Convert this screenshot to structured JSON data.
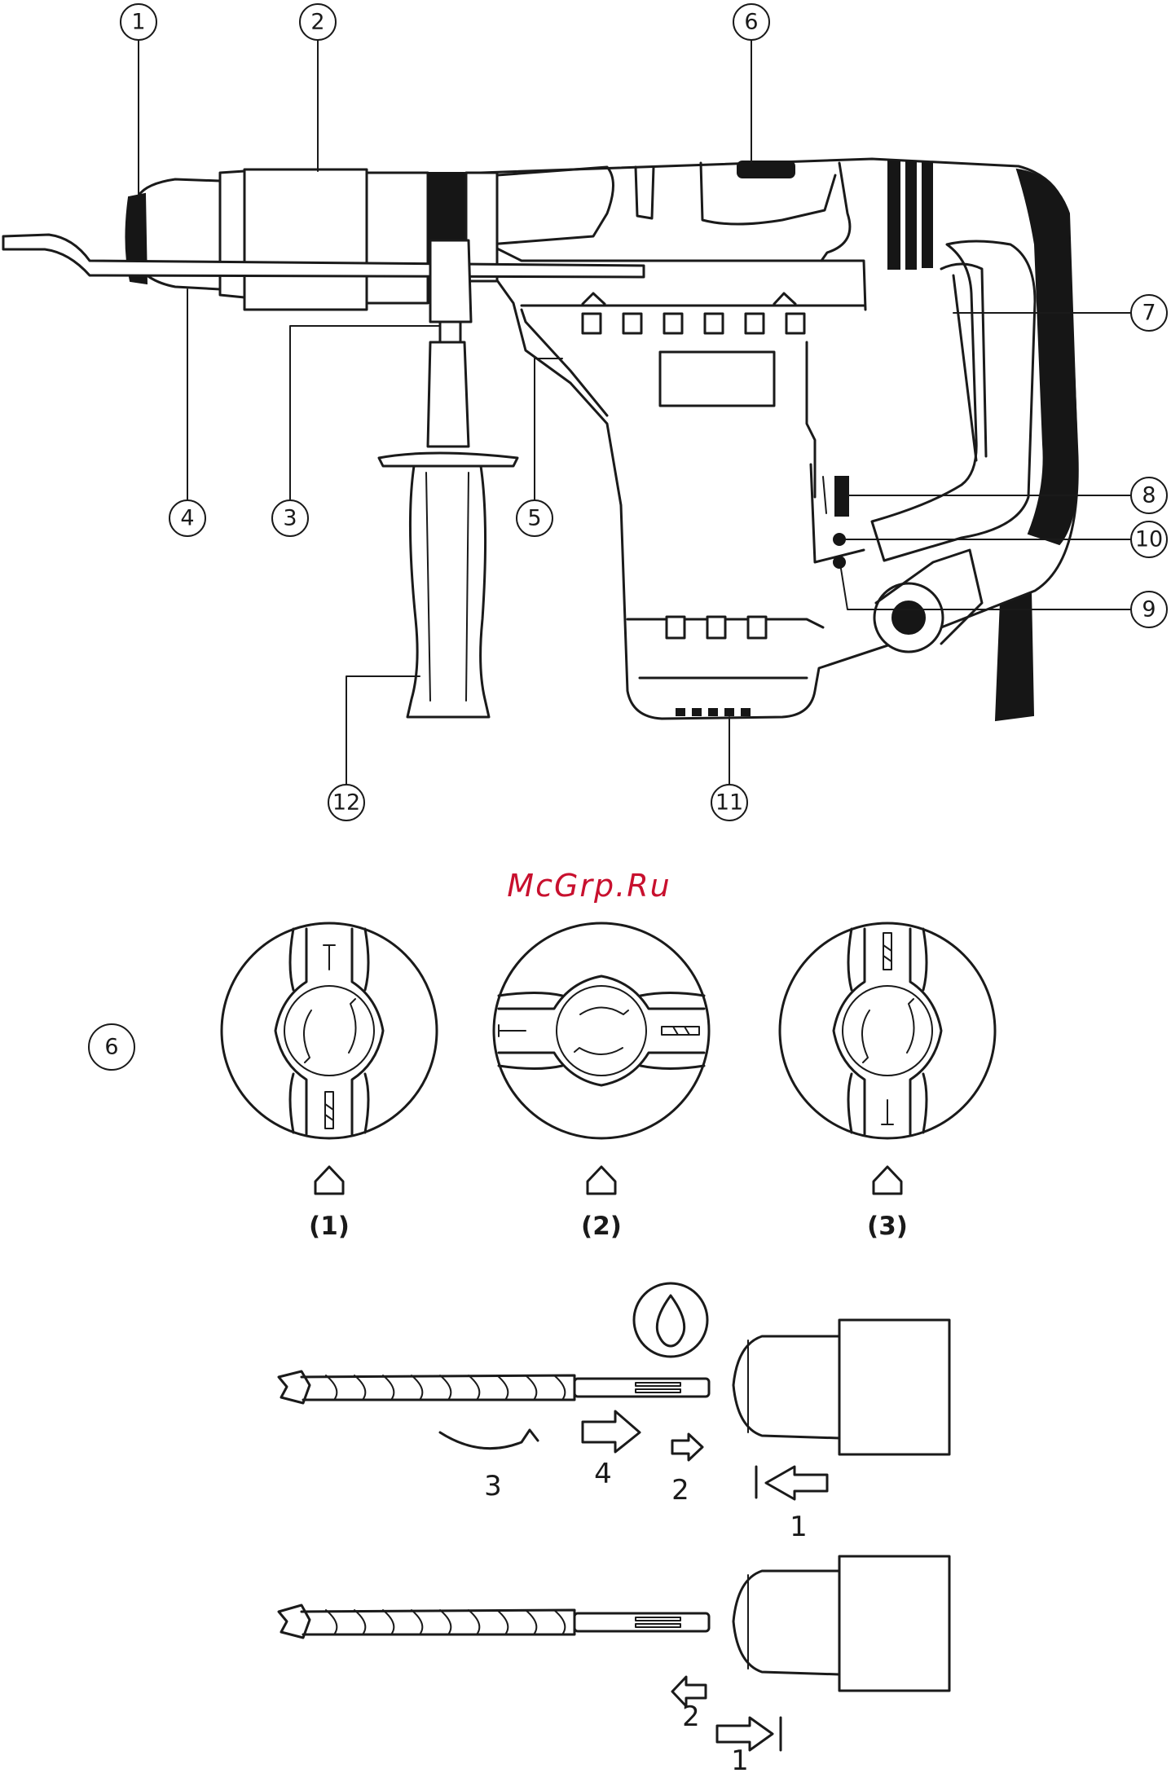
{
  "watermark": "McGrp.Ru",
  "callouts": {
    "c1": "1",
    "c2": "2",
    "c3": "3",
    "c4": "4",
    "c5": "5",
    "c6": "6",
    "c7": "7",
    "c8": "8",
    "c9": "9",
    "c10": "10",
    "c11": "11",
    "c12": "12"
  },
  "mode_selector": {
    "callout": "6",
    "modes": [
      "(1)",
      "(2)",
      "(3)"
    ]
  },
  "insertion_steps": [
    "3",
    "4",
    "2",
    "1"
  ],
  "removal_steps": [
    "2",
    "1"
  ],
  "icons": [
    "lubrication-drop-icon",
    "lock-rotate-icon",
    "hammer-icon",
    "drill-icon",
    "position-marker-icon"
  ]
}
